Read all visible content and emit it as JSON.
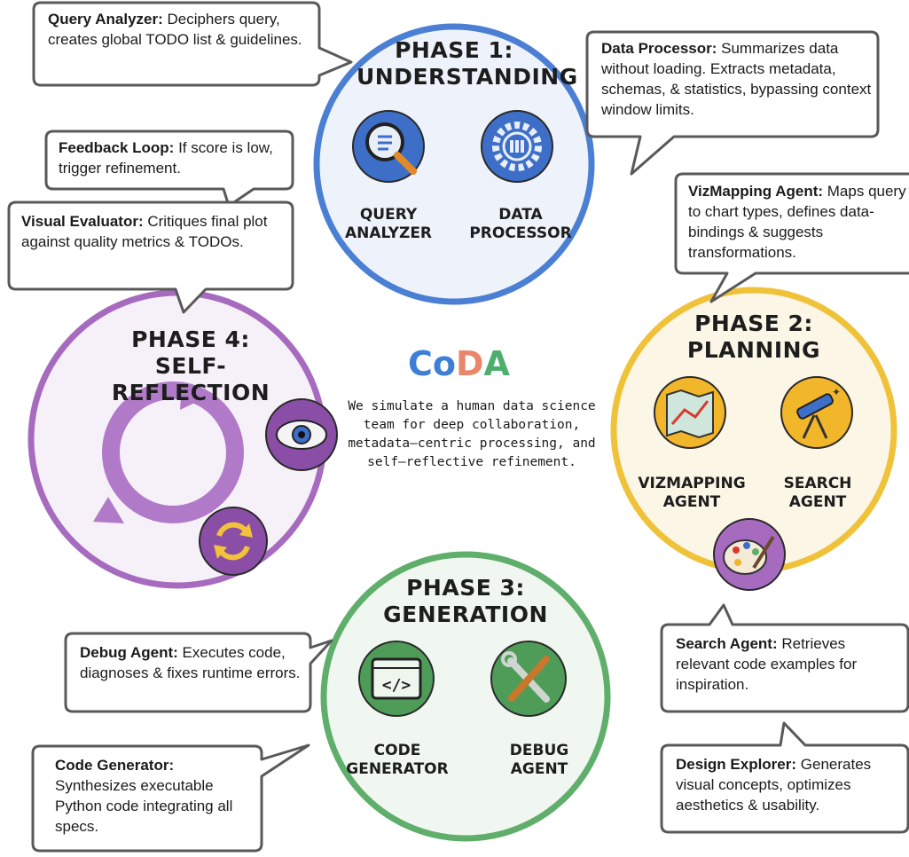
{
  "brand": {
    "parts": [
      "Co",
      "D",
      "A"
    ],
    "colors": [
      "#3d7fd6",
      "#e8856a",
      "#4caf6e"
    ]
  },
  "tagline": "We simulate a human data science team for deep collaboration, metadata–centric processing, and self–reflective refinement.",
  "phases": {
    "understanding": {
      "title_line1": "PHASE 1:",
      "title_line2": "UNDERSTANDING",
      "color": "#4a7fd4",
      "agents": [
        {
          "line1": "QUERY",
          "line2": "ANALYZER",
          "icon": "magnifier-icon"
        },
        {
          "line1": "DATA",
          "line2": "PROCESSOR",
          "icon": "gear-icon"
        }
      ]
    },
    "planning": {
      "title_line1": "PHASE 2:",
      "title_line2": "PLANNING",
      "color": "#f0c23a",
      "agents": [
        {
          "line1": "VIZMAPPING",
          "line2": "AGENT",
          "icon": "map-icon"
        },
        {
          "line1": "SEARCH",
          "line2": "AGENT",
          "icon": "telescope-icon"
        },
        {
          "icon": "palette-icon"
        }
      ]
    },
    "generation": {
      "title_line1": "PHASE 3:",
      "title_line2": "GENERATION",
      "color": "#5fae6b",
      "agents": [
        {
          "line1": "CODE",
          "line2": "GENERATOR",
          "icon": "code-window-icon"
        },
        {
          "line1": "DEBUG",
          "line2": "AGENT",
          "icon": "wrench-screwdriver-icon"
        }
      ]
    },
    "self_reflection": {
      "title_line1": "PHASE 4:",
      "title_line2": "SELF-REFLECTION",
      "color": "#a66bbf",
      "agents": [
        {
          "icon": "cycle-arrows-icon"
        },
        {
          "icon": "eye-icon"
        },
        {
          "icon": "refresh-icon"
        }
      ]
    }
  },
  "callouts": {
    "query_analyzer": {
      "name": "Query Analyzer:",
      "desc": " Deciphers query, creates global TODO list & guidelines."
    },
    "data_processor": {
      "name": "Data Processor:",
      "desc": " Summarizes data without loading. Extracts metadata, schemas, & statistics, bypassing context window limits."
    },
    "feedback_loop": {
      "name": "Feedback Loop:",
      "desc": " If score is low, trigger refinement."
    },
    "visual_evaluator": {
      "name": "Visual Evaluator:",
      "desc": " Critiques final plot against quality metrics & TODOs."
    },
    "vizmapping_agent": {
      "name": "VizMapping Agent:",
      "desc": " Maps query to chart types, defines data-bindings & suggests transformations."
    },
    "debug_agent": {
      "name": "Debug Agent:",
      "desc": " Executes code, diagnoses & fixes runtime errors."
    },
    "code_generator": {
      "name": "Code Generator:",
      "desc": " Synthesizes executable Python code integrating all specs."
    },
    "search_agent": {
      "name": "Search Agent:",
      "desc": " Retrieves relevant code examples for inspiration."
    },
    "design_explorer": {
      "name": "Design Explorer:",
      "desc": " Generates visual concepts, optimizes aesthetics & usability."
    }
  }
}
